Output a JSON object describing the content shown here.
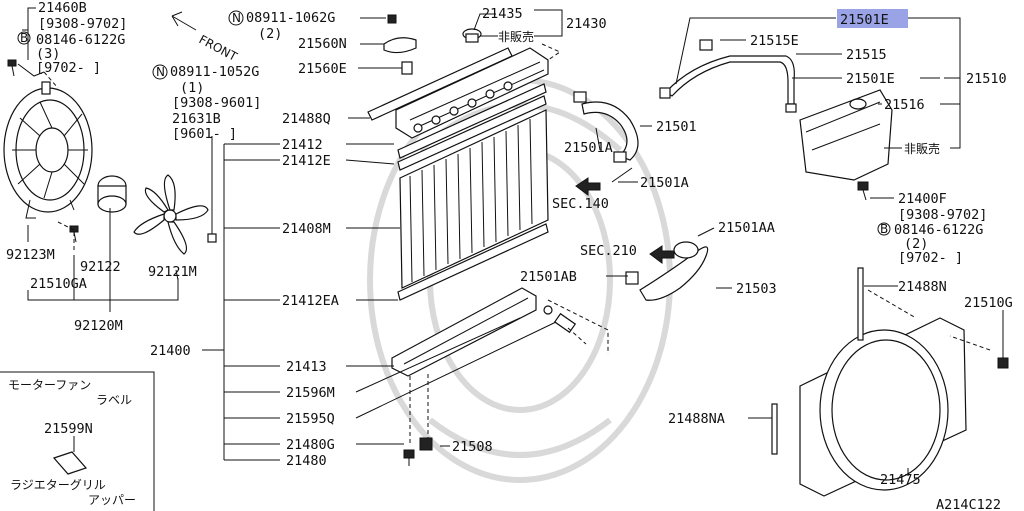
{
  "labels": {
    "p21460B": "21460B",
    "r9308_9702_a": "[9308-9702]",
    "b08146_a": "08146-6122G",
    "qty3": "(3)",
    "r9702_a": "[9702-    ]",
    "front": "FRONT",
    "n08911_1062G": "08911-1062G",
    "qty2_a": "(2)",
    "p21560N": "21560N",
    "p21560E": "21560E",
    "n08911_1052G": "08911-1052G",
    "qty1": "(1)",
    "r9308_9601": "[9308-9601]",
    "p21631B": "21631B",
    "r9601": "[9601-   ]",
    "p21435": "21435",
    "p21430": "21430",
    "hibaibai_a": "非販売",
    "p21488Q": "21488Q",
    "p21412": "21412",
    "p21412E": "21412E",
    "p21408M": "21408M",
    "p21412EA": "21412EA",
    "p21400": "21400",
    "p21413": "21413",
    "p21596M": "21596M",
    "p21595Q": "21595Q",
    "p21480G": "21480G",
    "p21480": "21480",
    "p21508": "21508",
    "p21501A_a": "21501A",
    "p21501": "21501",
    "p21501A_b": "21501A",
    "sec140": "SEC.140",
    "sec210": "SEC.210",
    "p21501AA": "21501AA",
    "p21501AB": "21501AB",
    "p21503": "21503",
    "p21501E_top": "21501E",
    "p21515E": "21515E",
    "p21515": "21515",
    "p21501E": "21501E",
    "p21510": "21510",
    "p21516": "21516",
    "hibaibai_b": "非販売",
    "p21400F": "21400F",
    "r9308_9702_b": "[9308-9702]",
    "b08146_b": "08146-6122G",
    "qty2_b": "(2)",
    "r9702_b": "[9702-    ]",
    "p21488N": "21488N",
    "p21510G": "21510G",
    "p21488NA": "21488NA",
    "p21475": "21475",
    "p92123M": "92123M",
    "p92122": "92122",
    "p92121M": "92121M",
    "p21510GA": "21510GA",
    "p92120M": "92120M",
    "motor_fan_1": "モーターファン",
    "motor_fan_2": "ラベル",
    "p21599N": "21599N",
    "radiator_grille_1": "ラジエターグリル",
    "radiator_grille_2": "アッパー",
    "code": "A214C122",
    "symN": "N",
    "symB": "B"
  },
  "colors": {
    "highlight": "#9aa3e6",
    "ink": "#111111",
    "watermark": "#d9d9d9"
  }
}
